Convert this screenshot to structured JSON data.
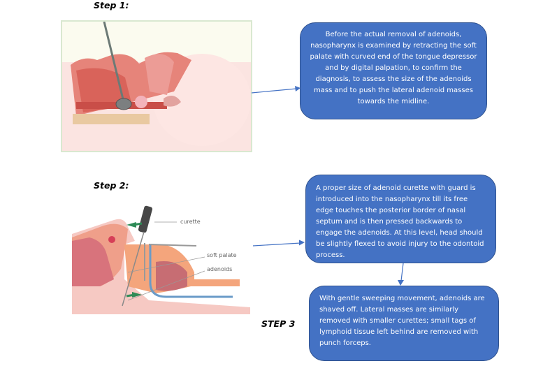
{
  "steps": [
    {
      "label": "Step 1:",
      "image_description": "Sagittal section of head with tongue depressor/mirror in nasopharynx, adenoid mass visible",
      "text": "Before the actual removal of adenoids, nasopharynx is examined by retracting the soft palate with curved end of the tongue depressor and by digital palpation, to confirm the diagnosis, to assess the size of the adenoids mass and to push the lateral adenoid masses towards the midline."
    },
    {
      "label": "Step 2:",
      "image_labels": {
        "curette": "curette",
        "soft_palate": "soft palate",
        "adenoids": "adenoids"
      },
      "text": "A proper size of adenoid curette with guard is introduced into the nasopharynx till its free edge touches the posterior border of nasal septum and is then pressed backwards to engage the adenoids. At this level, head should be slightly flexed to avoid injury to the odontoid process."
    },
    {
      "label": "STEP 3",
      "text": "With gentle sweeping movement, adenoids are shaved off.  Lateral masses are similarly removed with smaller curettes; small tags of lymphoid tissue left behind are removed with punch forceps."
    }
  ],
  "colors": {
    "box_fill": "#4472c4",
    "box_border": "#2f528f",
    "arrow": "#4472c4"
  }
}
